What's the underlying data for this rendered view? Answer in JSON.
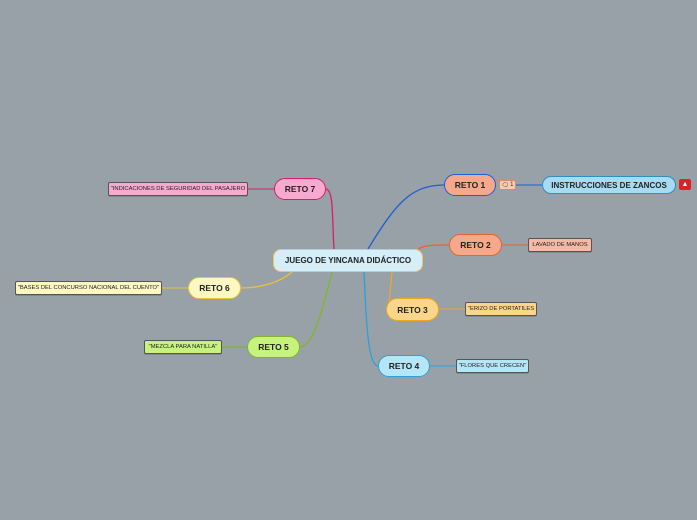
{
  "central": {
    "label": "JUEGO DE YINCANA DIDÁCTICO"
  },
  "branches": [
    {
      "id": "reto1",
      "label": "RETO 1",
      "color": "#f5a88b",
      "line": "#1f5fd0",
      "leaf": {
        "label": "INSTRUCCIONES DE ZANCOS",
        "color": "#a6dbf1"
      },
      "comment_count": "1"
    },
    {
      "id": "reto2",
      "label": "RETO 2",
      "color": "#f5a88b",
      "line": "#e8632e",
      "leaf": {
        "label": "LAVADO DE MANOS",
        "color": "#f5b9a6"
      }
    },
    {
      "id": "reto3",
      "label": "RETO 3",
      "color": "#fbd68a",
      "line": "#f0a823",
      "leaf": {
        "label": "\"ERIZO DE PORTATILES",
        "color": "#fbd68a"
      }
    },
    {
      "id": "reto4",
      "label": "RETO 4",
      "color": "#b5e6f7",
      "line": "#2f9fd8",
      "leaf": {
        "label": "\"FLORES QUE CRECEN\"",
        "color": "#b5e6f7"
      }
    },
    {
      "id": "reto5",
      "label": "RETO 5",
      "color": "#c8f27f",
      "line": "#82b52a",
      "leaf": {
        "label": "\"MEZCLA PARA NATILLA\"",
        "color": "#c8f27f"
      }
    },
    {
      "id": "reto6",
      "label": "RETO 6",
      "color": "#fdf7c2",
      "line": "#e8c23a",
      "leaf": {
        "label": "\"BASES DEL CONCURSO NACIONAL DEL CUENTO\"",
        "color": "#fdf7c2"
      }
    },
    {
      "id": "reto7",
      "label": "RETO 7",
      "color": "#f8a9cf",
      "line": "#d81e6a",
      "leaf": {
        "label": "\"INDICACIONES DE SEGURIDAD DEL PASAJERO",
        "color": "#f8a9cf"
      }
    }
  ],
  "icons": {
    "comment": "comment-icon",
    "attachment": "pdf-attachment-icon"
  }
}
